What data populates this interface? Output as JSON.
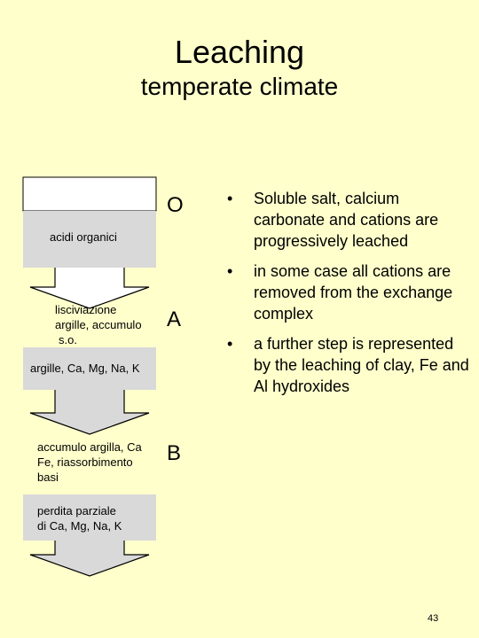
{
  "title": "Leaching",
  "subtitle": "temperate climate",
  "profile": {
    "labels": {
      "acidi": "acidi organici",
      "lisc1": "lisciviazione",
      "lisc2": "argille, accumulo",
      "lisc3": "s.o.",
      "argille": "argille, Ca, Mg, Na, K",
      "acc1": "accumulo argilla, Ca",
      "acc2": "Fe, riassorbimento",
      "acc3": "basi",
      "perdita1": "perdita parziale",
      "perdita2": "di Ca, Mg, Na, K"
    },
    "horizons": {
      "O": "O",
      "A": "A",
      "B": "B"
    }
  },
  "bullets": [
    "Soluble salt, calcium carbonate and cations are progressively leached",
    "in some case all cations are removed from the exchange complex",
    "a further step is represented by the leaching of clay, Fe and Al hydroxides"
  ],
  "bullet_symbol": "•",
  "page_number": "43",
  "colors": {
    "background": "#FFFFCC",
    "band": "#D9D9D9",
    "box": "#FFFFFF",
    "stroke": "#000000"
  }
}
